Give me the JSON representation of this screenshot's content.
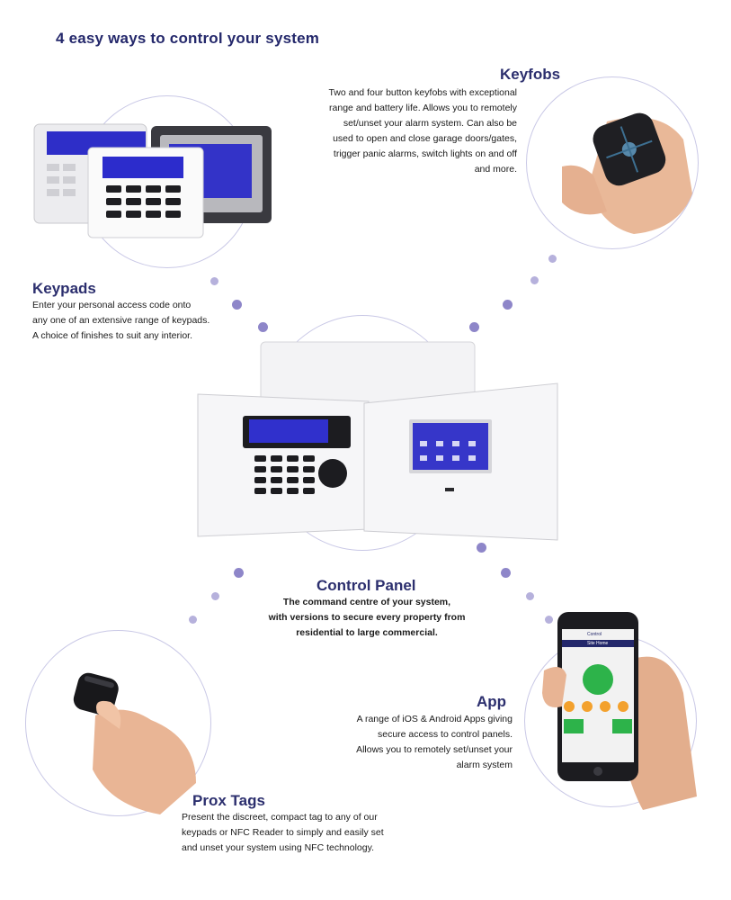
{
  "headline": "4 easy ways to control your system",
  "sections": {
    "keyfobs": {
      "title": "Keyfobs",
      "lines": [
        "Two and four button keyfobs with exceptional",
        "range and battery life. Allows you to remotely",
        "set/unset your alarm system. Can also be",
        "used to open and close garage doors/gates,",
        "trigger panic alarms, switch lights on and off",
        "and more."
      ]
    },
    "keypads": {
      "title": "Keypads",
      "lines": [
        "Enter your personal access code onto",
        "any one of an extensive range of keypads.",
        "A choice of finishes to suit any interior."
      ]
    },
    "control_panel": {
      "title": "Control Panel",
      "lines": [
        "The command centre of your system,",
        "with versions to secure every property from",
        "residential to large commercial."
      ]
    },
    "app": {
      "title": "App",
      "lines": [
        "A range of iOS & Android Apps giving",
        "secure access to control panels.",
        "Allows you to remotely set/unset your",
        "alarm system"
      ]
    },
    "prox_tags": {
      "title": "Prox Tags",
      "lines": [
        "Present the discreet, compact tag to any of our",
        "keypads or NFC Reader to simply and easily set",
        "and unset your system using NFC technology."
      ]
    }
  },
  "app_screen": {
    "brand": "Control",
    "header": "Site Home"
  },
  "colors": {
    "accent": "#24286b",
    "ring": "#c9c8e6",
    "dot": "#9e97d3",
    "screen": "#3a3ad6",
    "app_green": "#2db34a"
  }
}
